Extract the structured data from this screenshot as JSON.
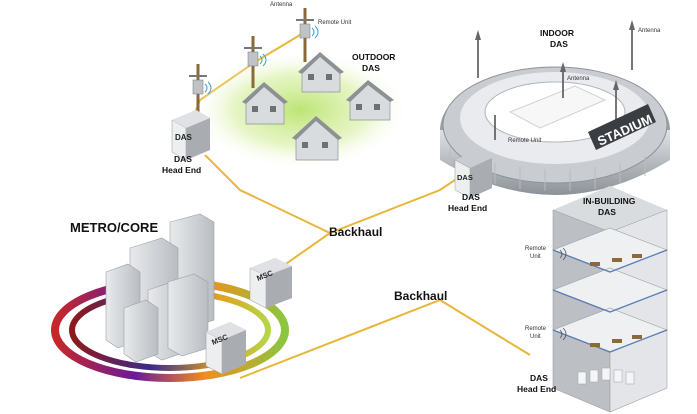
{
  "labels": {
    "antenna_top": "Antenna",
    "remote_unit_top": "Remote Unit",
    "outdoor_das": [
      "OUTDOOR",
      "DAS"
    ],
    "das_head_end_left": [
      "DAS",
      "Head End"
    ],
    "indoor_das": [
      "INDOOR",
      "DAS"
    ],
    "antenna_stadium_right": "Antenna",
    "antenna_stadium_inner": "Antenna",
    "remote_unit_stadium": "Remote Unit",
    "stadium_sign": "STADIUM",
    "das_head_end_stadium": [
      "DAS",
      "Head End"
    ],
    "backhaul_upper": "Backhaul",
    "backhaul_lower": "Backhaul",
    "metro_core": "METRO/CORE",
    "msc_upper": "MSC",
    "msc_lower": "MSC",
    "in_building_das": [
      "IN-BUILDING",
      "DAS"
    ],
    "remote_unit_bldg_upper": [
      "Remote",
      "Unit"
    ],
    "remote_unit_bldg_lower": [
      "Remote",
      "Unit"
    ],
    "das_head_end_bldg": [
      "DAS",
      "Head End"
    ],
    "das_box": "DAS"
  },
  "colors": {
    "link_line": "#e8b73a",
    "ring_red": "#c62828",
    "ring_purple": "#3b2a8a",
    "ring_orange": "#f28c1e",
    "ring_green": "#8cc63f",
    "building_gray": "#cfd2d6",
    "glow_green": "#c8e98a"
  }
}
